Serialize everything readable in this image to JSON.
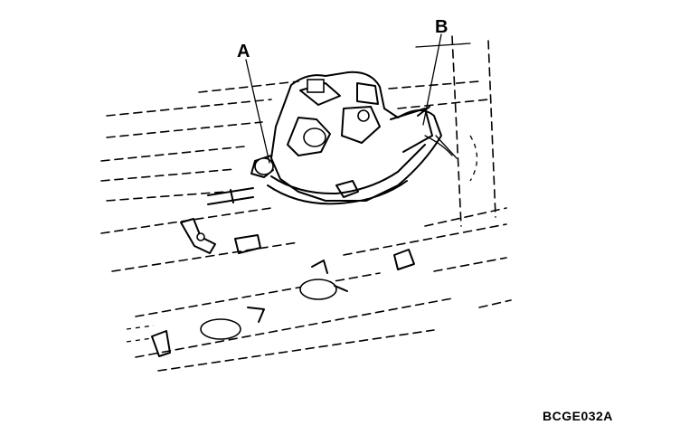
{
  "diagram": {
    "callouts": [
      {
        "id": "a",
        "letter": "A"
      },
      {
        "id": "b",
        "letter": "B"
      }
    ],
    "figure_code": "BCGE032A"
  }
}
